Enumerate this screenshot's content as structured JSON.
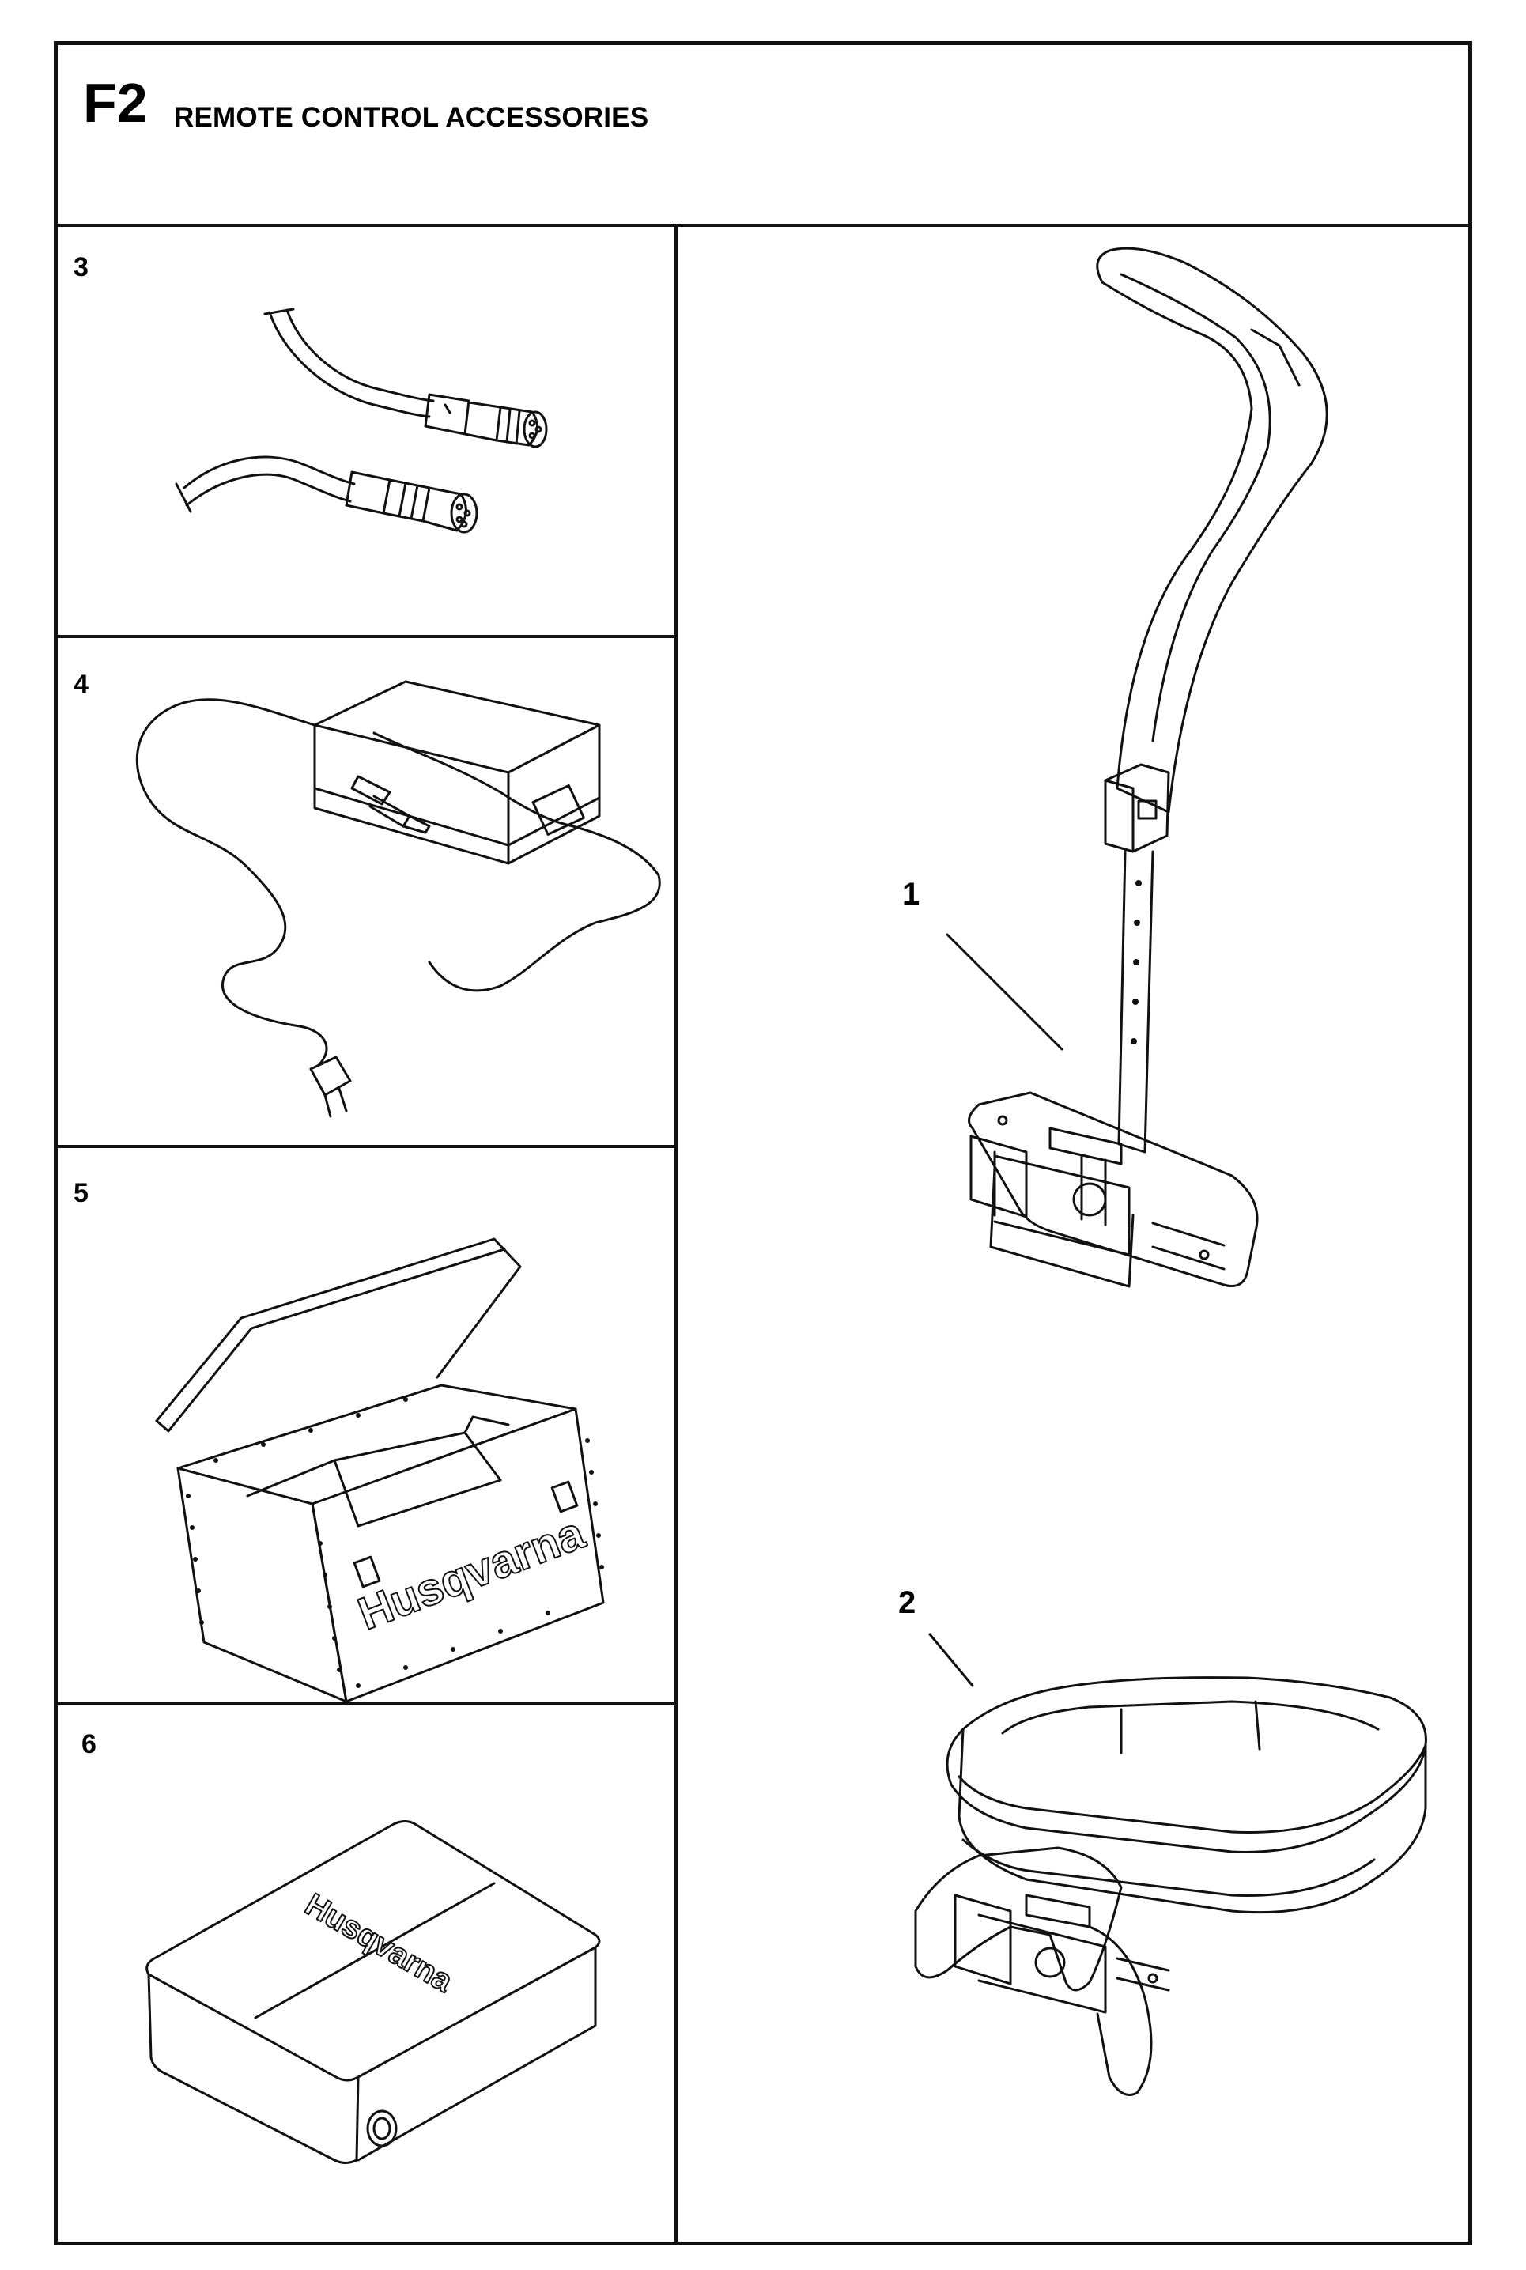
{
  "header": {
    "code": "F2",
    "title": "REMOTE CONTROL ACCESSORIES"
  },
  "panels": [
    {
      "number": "3",
      "icon": "cable-connectors-icon"
    },
    {
      "number": "4",
      "icon": "power-adapter-icon"
    },
    {
      "number": "5",
      "icon": "transport-box-icon",
      "brand_text": "Husqvarna"
    },
    {
      "number": "6",
      "icon": "battery-case-icon",
      "brand_text": "Husqvarna"
    }
  ],
  "right_parts": [
    {
      "number": "1",
      "icon": "shoulder-harness-icon"
    },
    {
      "number": "2",
      "icon": "waist-belt-icon"
    }
  ],
  "colors": {
    "line": "#111111",
    "background": "#ffffff"
  }
}
